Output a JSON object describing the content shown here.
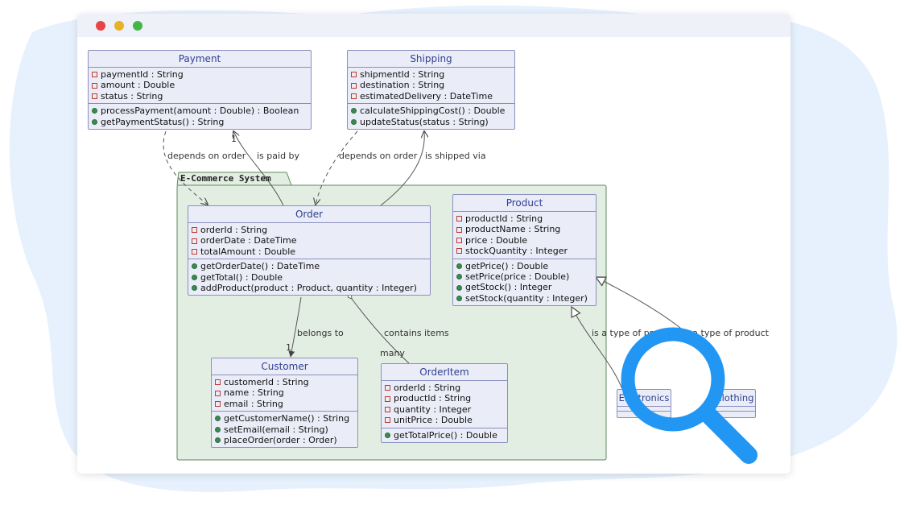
{
  "window": {
    "dots": [
      "#e64545",
      "#e8b224",
      "#43b649"
    ]
  },
  "package": {
    "label": "E-Commerce System"
  },
  "classes": {
    "payment": {
      "name": "Payment",
      "attributes": [
        "paymentId : String",
        "amount : Double",
        "status : String"
      ],
      "operations": [
        "processPayment(amount : Double) : Boolean",
        "getPaymentStatus() : String"
      ]
    },
    "shipping": {
      "name": "Shipping",
      "attributes": [
        "shipmentId : String",
        "destination : String",
        "estimatedDelivery : DateTime"
      ],
      "operations": [
        "calculateShippingCost() : Double",
        "updateStatus(status : String)"
      ]
    },
    "order": {
      "name": "Order",
      "attributes": [
        "orderId : String",
        "orderDate : DateTime",
        "totalAmount : Double"
      ],
      "operations": [
        "getOrderDate() : DateTime",
        "getTotal() : Double",
        "addProduct(product : Product, quantity : Integer)"
      ]
    },
    "product": {
      "name": "Product",
      "attributes": [
        "productId : String",
        "productName : String",
        "price : Double",
        "stockQuantity : Integer"
      ],
      "operations": [
        "getPrice() : Double",
        "setPrice(price : Double)",
        "getStock() : Integer",
        "setStock(quantity : Integer)"
      ]
    },
    "customer": {
      "name": "Customer",
      "attributes": [
        "customerId : String",
        "name : String",
        "email : String"
      ],
      "operations": [
        "getCustomerName() : String",
        "setEmail(email : String)",
        "placeOrder(order : Order)"
      ]
    },
    "orderitem": {
      "name": "OrderItem",
      "attributes": [
        "orderId : String",
        "productId : String",
        "quantity : Integer",
        "unitPrice : Double"
      ],
      "operations": [
        "getTotalPrice() : Double"
      ]
    },
    "electronics": {
      "name": "Electronics"
    },
    "clothing": {
      "name": "Clothing"
    }
  },
  "relations": {
    "payment_depends": "depends on order",
    "payment_paid": "is paid by",
    "payment_mult": "1",
    "shipping_depends": "depends on order",
    "shipping_shipped": "is shipped via",
    "customer_belongs": "belongs to",
    "customer_mult": "1",
    "orderitem_contains": "contains items",
    "orderitem_mult": "many",
    "electronics_type": "is a type of product",
    "clothing_type": "is a type of product"
  },
  "icons": {
    "overlay": "magnifier-icon",
    "overlay_color": "#2196f3"
  }
}
